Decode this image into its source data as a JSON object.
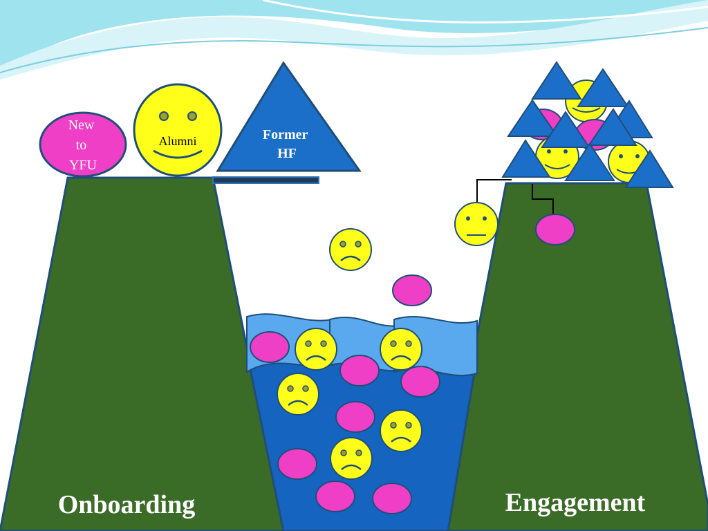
{
  "labels": {
    "new_to_yfu": [
      "New",
      "to",
      "YFU"
    ],
    "alumni": "Alumni",
    "former_hf": [
      "Former",
      "HF"
    ],
    "onboarding": "Onboarding",
    "engagement": "Engagement"
  },
  "colors": {
    "mountain": "#3a6b27",
    "mountain_stroke": "#1f4e79",
    "water_dark": "#1565c0",
    "water_light": "#5aa9ee",
    "smiley": "#ffff1a",
    "pink": "#ee3fc6",
    "triangle": "#1b6fc8",
    "wave_top": "#6fd3e6"
  }
}
